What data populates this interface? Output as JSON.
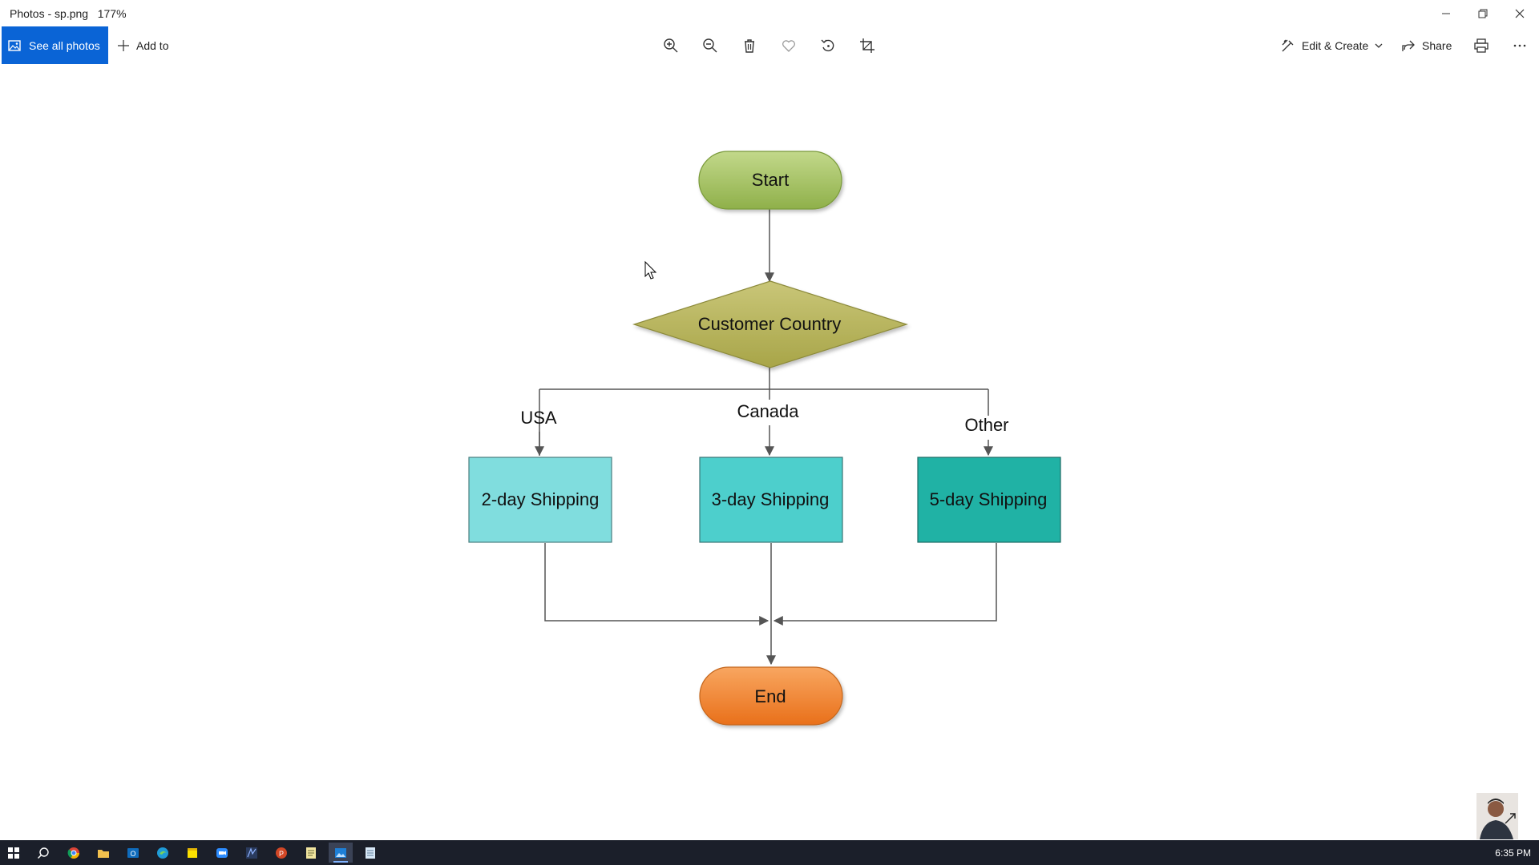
{
  "window": {
    "title": "Photos - sp.png",
    "zoom": "177%",
    "controls": [
      "minimize",
      "restore",
      "close"
    ]
  },
  "toolbar": {
    "see_all_label": "See all photos",
    "add_to_label": "Add to",
    "tools": [
      "zoom-in",
      "zoom-out",
      "delete",
      "favorite",
      "rotate",
      "crop"
    ],
    "edit_create_label": "Edit & Create",
    "share_label": "Share",
    "print_icon": "print",
    "more_icon": "more"
  },
  "flowchart": {
    "start": "Start",
    "decision": "Customer Country",
    "branches": [
      {
        "label": "USA",
        "box": "2-day Shipping",
        "color": "#80ddde"
      },
      {
        "label": "Canada",
        "box": "3-day Shipping",
        "color": "#4dcfcc"
      },
      {
        "label": "Other",
        "box": "5-day Shipping",
        "color": "#20b2a5"
      }
    ],
    "end": "End",
    "colors": {
      "start": "#9bbb4e",
      "decision": "#b9b65a",
      "end": "#f0822a",
      "line": "#555555"
    }
  },
  "taskbar": {
    "apps": [
      "start",
      "search",
      "chrome",
      "file-explorer",
      "outlook",
      "edge",
      "sticky-notes",
      "zoom",
      "app",
      "powerpoint",
      "notepad",
      "photos",
      "notes"
    ],
    "active_app": "photos",
    "time": "6:35 PM"
  }
}
